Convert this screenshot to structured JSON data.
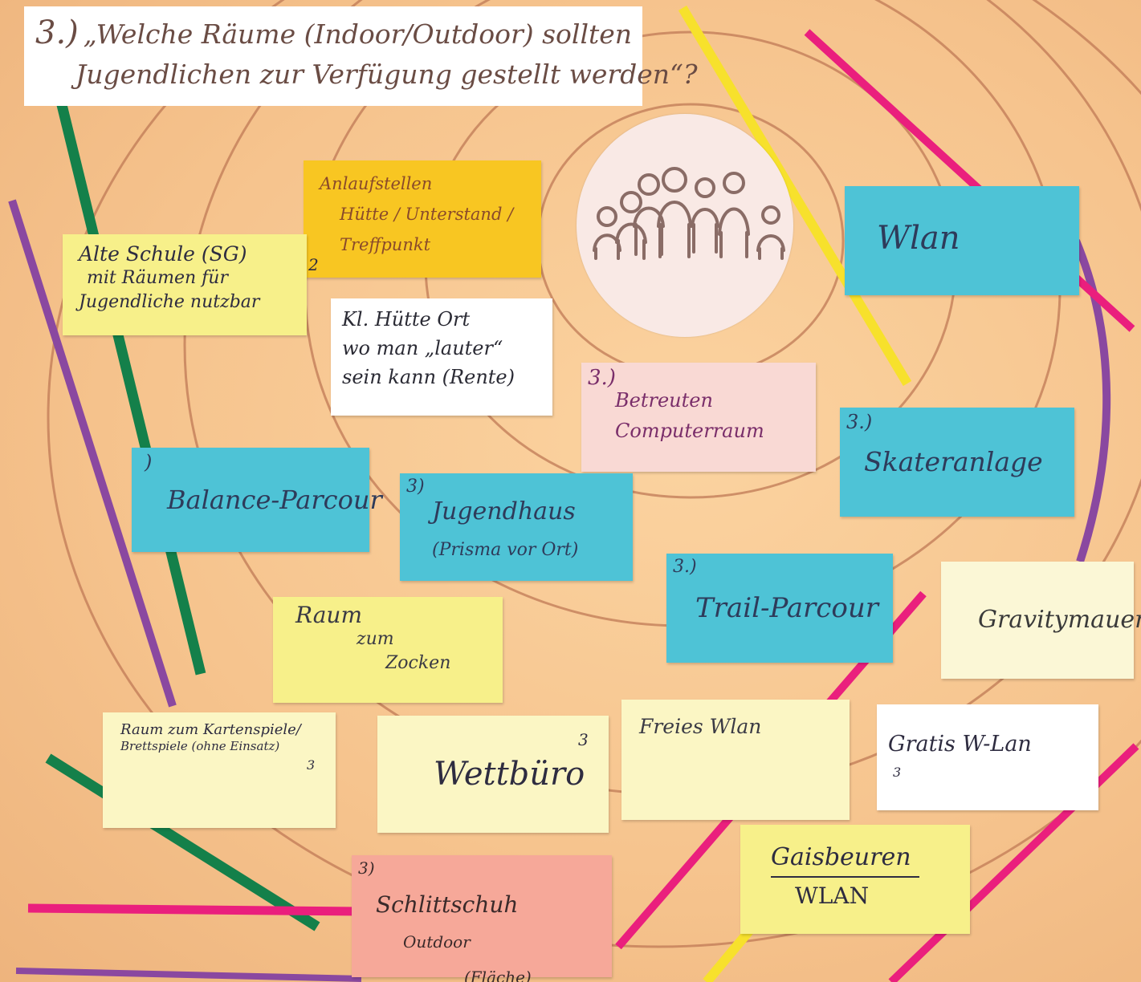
{
  "title": {
    "number": "3.)",
    "line1": "„Welche Räume (Indoor/Outdoor) sollten",
    "line2": "Jugendlichen zur Verfügung gestellt werden“?"
  },
  "notes": {
    "alte_schule": {
      "lines": [
        "Alte Schule (SG)",
        "mit Räumen für",
        "Jugendliche nutzbar"
      ],
      "marker": "2",
      "color": "#f7f08a"
    },
    "anlaufstellen": {
      "lines": [
        "Anlaufstellen",
        "Hütte / Unterstand /",
        "Treffpunkt"
      ],
      "color": "#f8c622"
    },
    "kl_huette": {
      "lines": [
        "Kl. Hütte Ort",
        "wo man „lauter“",
        "sein kann (Rente)"
      ],
      "color": "#ffffff"
    },
    "wlan": {
      "text": "Wlan",
      "color": "#4ec3d6"
    },
    "betreuter_computerraum": {
      "badge": "3.)",
      "lines": [
        "Betreuten",
        "Computerraum"
      ],
      "color": "#f9d9d4"
    },
    "skateranlage": {
      "badge": "3.)",
      "text": "Skateranlage",
      "color": "#4ec3d6"
    },
    "balance_parcour": {
      "badge": ")",
      "text": "Balance-Parcour",
      "color": "#4ec3d6"
    },
    "jugendhaus": {
      "badge": "3)",
      "lines": [
        "Jugendhaus",
        "(Prisma vor Ort)"
      ],
      "color": "#4ec3d6"
    },
    "trail_parcour": {
      "badge": "3.)",
      "text": "Trail-Parcour",
      "color": "#4ec3d6"
    },
    "gravitymauer": {
      "text": "Gravitymauer",
      "color": "#fbf7d6"
    },
    "raum_zocken": {
      "lines": [
        "Raum",
        "zum",
        "Zocken"
      ],
      "color": "#f7f08a"
    },
    "kartenspiele": {
      "lines": [
        "Raum zum Kartenspiele/",
        "Brettspiele (ohne Einsatz)"
      ],
      "marker": "3",
      "color": "#fbf6c4"
    },
    "wettbuero": {
      "text": "Wettbüro",
      "marker": "3",
      "color": "#fbf6c4"
    },
    "freies_wlan": {
      "text": "Freies Wlan",
      "color": "#fbf6c4"
    },
    "gratis_wlan": {
      "text": "Gratis W-Lan",
      "marker": "3",
      "color": "#ffffff"
    },
    "schlittschuh": {
      "badge": "3)",
      "lines": [
        "Schlittschuh",
        "Outdoor",
        "(Fläche)"
      ],
      "color": "#f6a899"
    },
    "gaisbeuren_wlan": {
      "lines": [
        "Gaisbeuren",
        "WLAN"
      ],
      "color": "#f7f08a"
    }
  },
  "colors": {
    "ribbon_green": "#14804a",
    "ribbon_purple": "#8a48a0",
    "ribbon_pink": "#ea1f7d",
    "ribbon_yellow": "#f7e12c",
    "ring_lines": "#c07a56",
    "people_drawing": "#8a6c66"
  },
  "icons": {
    "center": "group-of-people-icon"
  }
}
